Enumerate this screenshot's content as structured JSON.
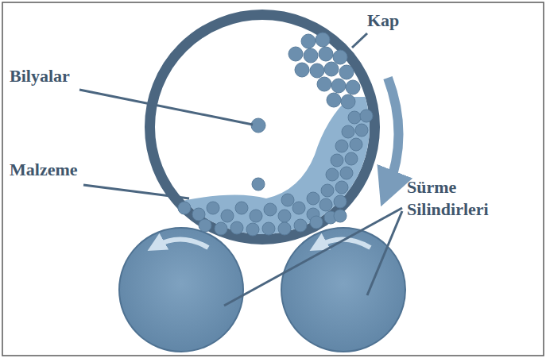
{
  "diagram": {
    "labels": [
      "Kap",
      "Bilyalar",
      "Malzeme",
      "Sürme Silindirleri"
    ]
  }
}
